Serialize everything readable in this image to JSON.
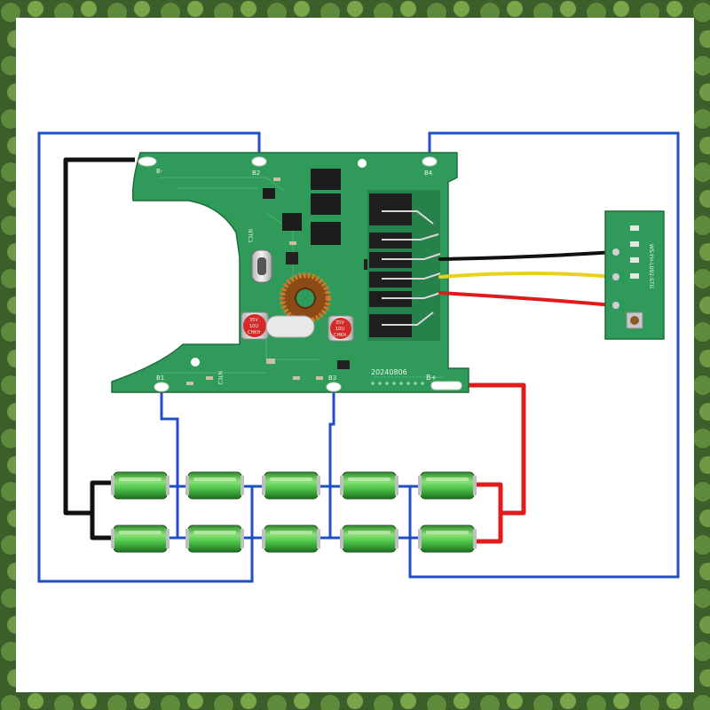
{
  "main_board": {
    "pads": {
      "b2": "B2",
      "b4": "B4",
      "b1": "B1",
      "b3": "B3",
      "b_plus": "B+",
      "b_minus": "B-"
    },
    "date_code": "20240806",
    "ntc_top_label": "NTC1",
    "ntc_bottom_label": "NTC2",
    "cap_left_marking": [
      "35V",
      "10U",
      "CHKH"
    ],
    "cap_right_marking": [
      "35V",
      "10U",
      "CHKH"
    ]
  },
  "side_board": {
    "part_number": "WS-YH-L092-STG"
  },
  "wires": {
    "balance_color": "#1f4fc4",
    "negative_color": "#111111",
    "positive_color": "#e01b1b",
    "signal_yellow_color": "#e6d21c"
  },
  "cells": {
    "rows": 2,
    "columns": 5,
    "body_color": "#4fc84a"
  },
  "colors": {
    "pcb_green": "#2f9a5a",
    "canvas_white": "#ffffff"
  }
}
